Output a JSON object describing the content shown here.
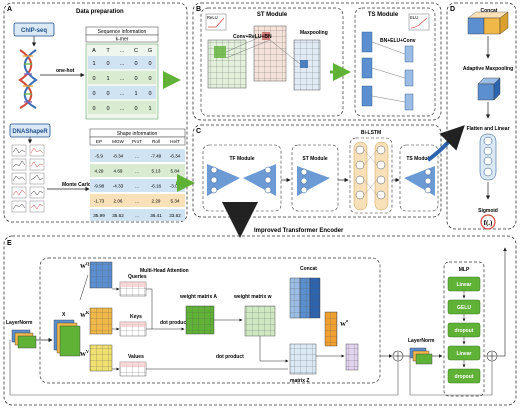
{
  "panels": {
    "a": {
      "letter": "A",
      "title": "Data preparation",
      "chip_seq": "ChIP-seq",
      "seq_header": "Sequence information",
      "k_mer": "k-mer",
      "onehot_cols": [
        "A",
        "T",
        "...",
        "C",
        "G"
      ],
      "onehot_rows": [
        [
          "1",
          "0",
          "...",
          "0",
          "0"
        ],
        [
          "0",
          "1",
          "...",
          "0",
          "0"
        ],
        [
          "0",
          "0",
          "...",
          "1",
          "0"
        ],
        [
          "0",
          "0",
          "...",
          "0",
          "1"
        ]
      ],
      "one_hot": "one-hot",
      "dnashaper": "DNAShapeR",
      "shape_header": "Shape information",
      "shape_cols": [
        "EP",
        "MGW",
        "ProT",
        "Roll",
        "HelT"
      ],
      "shape_rows": [
        [
          "-5.9",
          "-8.34",
          "...",
          "-7.49",
          "-6.34"
        ],
        [
          "4.29",
          "4.69",
          "...",
          "5.13",
          "5.84"
        ],
        [
          "-9.98",
          "-4.33",
          "...",
          "-6.16",
          "-3.05"
        ],
        [
          "-1.73",
          "2.06",
          "...",
          "2.29",
          "5.34"
        ],
        [
          "35.99",
          "35.62",
          "...",
          "36.41",
          "33.62"
        ]
      ],
      "monte_carlo": "Monte Carlo"
    },
    "b": {
      "letter": "B",
      "st_title": "ST Module",
      "relu": "ReLU",
      "conv_label": "Conv+ReLU+BN",
      "maxpool": "Maxpooling",
      "ts_title": "TS Module",
      "elu": "ELU",
      "ts_label": "BN+ELU+Conv"
    },
    "c": {
      "letter": "C",
      "tf": "TF Module",
      "st": "ST Module",
      "bilstm": "Bi-LSTM",
      "ts": "TS Module"
    },
    "d": {
      "letter": "D",
      "concat": "Concat",
      "adaptive": "Adaptive Maxpooling",
      "flatten": "Flatten and Linear",
      "sigmoid": "Sigmoid",
      "f": "f(.)"
    },
    "e": {
      "letter": "E",
      "title": "Improved Transformer Encoder",
      "layernorm1": "LayerNorm",
      "x": "X",
      "mha": "Multi-Head Attention",
      "wq": "W",
      "wq_sup": "Q",
      "wk": "W",
      "wk_sup": "K",
      "wv": "W",
      "wv_sup": "V",
      "queries": "Queries",
      "keys": "Keys",
      "values": "Values",
      "dot1": "dot product",
      "dot2": "dot product",
      "wma": "weight matrix A",
      "wmw": "weight matrix w",
      "concat": "Concat",
      "wo": "W",
      "wo_sup": "o",
      "matrixz": "matrix Z",
      "layernorm2": "LayerNorm",
      "mlp": "MLP",
      "mlp_items": [
        "Linear",
        "GELU",
        "dropout",
        "Linear",
        "dropout"
      ]
    }
  }
}
